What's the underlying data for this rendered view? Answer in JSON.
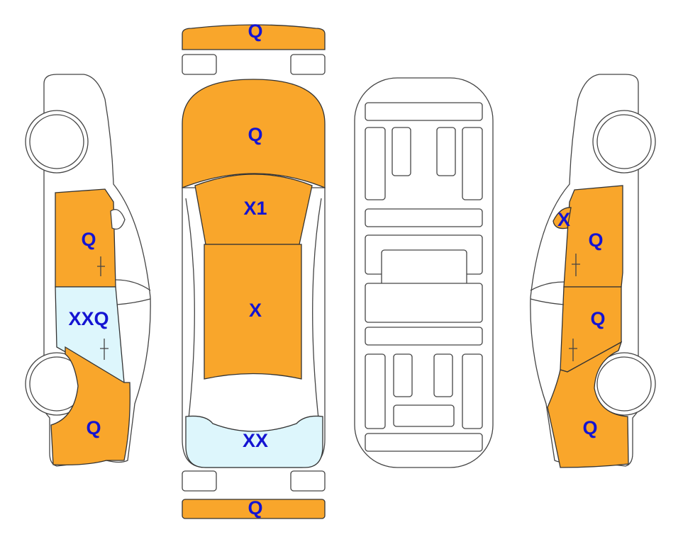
{
  "colors": {
    "damage_fill": "#F9A62B",
    "glass_fill": "#DDF6FC",
    "label": "#1414D2"
  },
  "left_side": {
    "front_door": "Q",
    "rear_door": "XXQ",
    "rear_fender": "Q"
  },
  "top_view": {
    "front_bumper": "Q",
    "hood": "Q",
    "windshield": "X1",
    "roof": "X",
    "rear_window": "XX",
    "rear_bumper": "Q"
  },
  "right_side": {
    "mirror": "X",
    "front_door": "Q",
    "rear_door": "Q",
    "rear_fender": "Q"
  }
}
